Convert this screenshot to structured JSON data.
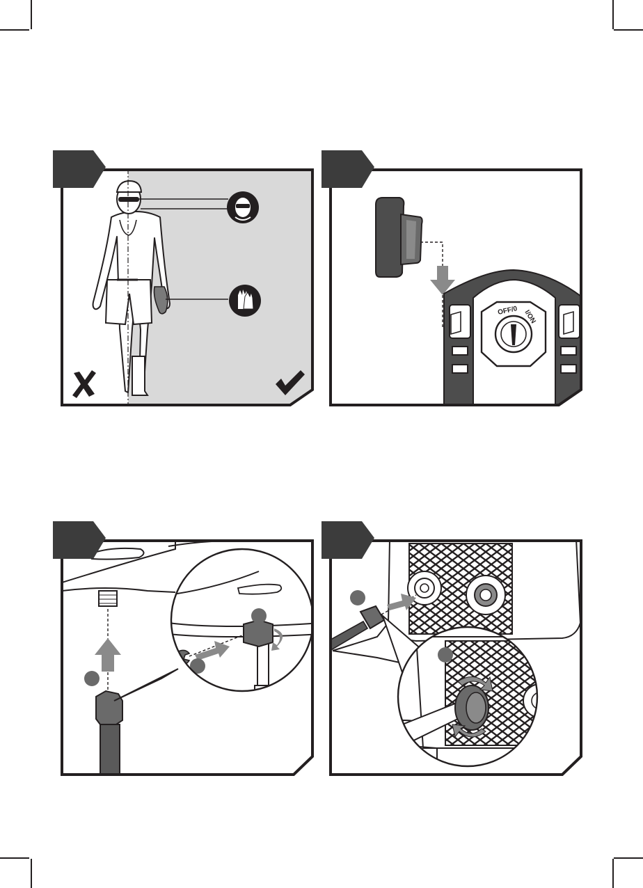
{
  "page": {
    "background": "#ffffff",
    "crop_marks": true
  },
  "colors": {
    "frame": "#231f20",
    "tab": "#3c3c3c",
    "shaded_area": "#d9d9d9",
    "product_dark": "#4d4d4d",
    "arrow": "#8a8a8a"
  },
  "panels": [
    {
      "id": "panel-1",
      "topic": "personal-protective-equipment",
      "icons": [
        "eye-protection-icon",
        "gloves-icon",
        "cross-mark-icon",
        "check-mark-icon"
      ]
    },
    {
      "id": "panel-2",
      "topic": "fit-handle-clip",
      "switch_labels": {
        "off": "OFF/0",
        "on": "I/ON"
      }
    },
    {
      "id": "panel-3",
      "topic": "connect-hose-to-pump-outlet",
      "icons": [
        "wrench-icon",
        "rotate-arrow-icon"
      ]
    },
    {
      "id": "panel-4",
      "topic": "connect-water-inlet-hose",
      "icons": [
        "rotate-arrow-icon"
      ]
    }
  ]
}
